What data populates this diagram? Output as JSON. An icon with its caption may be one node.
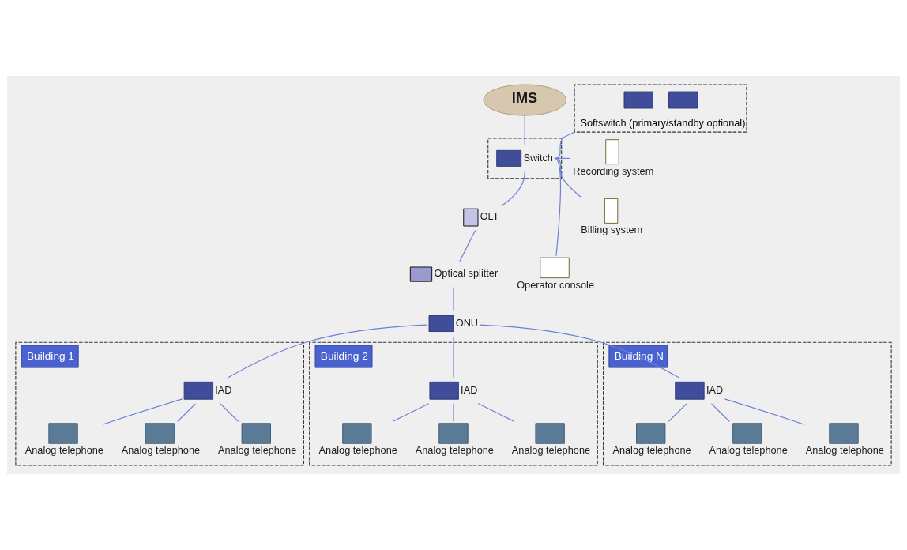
{
  "diagram": {
    "nodes": [
      {
        "text": [
          "IMS"
        ]
      },
      {
        "text": [],
        "shape": "box"
      },
      {
        "text": [
          "Switch"
        ],
        "in": 1
      },
      {
        "text": [
          "Softswitch (primary/standby optional)"
        ]
      },
      {
        "text": [],
        "shape": "box",
        "in": 3
      },
      {
        "text": [],
        "shape": "box",
        "in": 3
      },
      {
        "text": [
          "Recording system"
        ]
      },
      {
        "text": [
          "Billing system"
        ]
      },
      {
        "text": [
          "Operator console"
        ]
      },
      {
        "text": [
          "OLT"
        ]
      },
      {
        "text": [
          "Optical splitter"
        ]
      },
      {
        "text": [
          "ONU"
        ]
      },
      {
        "text": [
          "Building 1"
        ]
      },
      {
        "text": [
          "IAD"
        ],
        "in": 12
      },
      {
        "text": [
          "Analog telephone"
        ],
        "in": 12
      },
      {
        "text": [
          "Analog telephone"
        ],
        "in": 12
      },
      {
        "text": [
          "Analog telephone"
        ],
        "in": 12
      },
      {
        "text": [
          "Building 2"
        ]
      },
      {
        "text": [
          "IAD"
        ],
        "in": 17
      },
      {
        "text": [
          "Analog telephone"
        ],
        "in": 17
      },
      {
        "text": [
          "Analog telephone"
        ],
        "in": 17
      },
      {
        "text": [
          "Analog telephone"
        ],
        "in": 17
      },
      {
        "text": [
          "Building N"
        ]
      },
      {
        "text": [
          "IAD"
        ],
        "in": 22
      },
      {
        "text": [
          "Analog telephone"
        ],
        "in": 22
      },
      {
        "text": [
          "Analog telephone"
        ],
        "in": 22
      },
      {
        "text": [
          "Analog telephone"
        ],
        "in": 22
      }
    ],
    "edges": [
      {
        "from": 0,
        "to": 2,
        "arrow": "none"
      },
      {
        "from": 2,
        "to": 9,
        "arrow": "none"
      },
      {
        "from": 9,
        "to": 10,
        "arrow": "none"
      },
      {
        "from": 10,
        "to": 11,
        "arrow": "none"
      },
      {
        "from": 2,
        "to": 3,
        "arrow": "none"
      },
      {
        "from": 4,
        "to": 5,
        "arrow": "none",
        "style": "dashed",
        "color": "#5cc6a4"
      },
      {
        "from": 2,
        "to": 6,
        "arrow": "none"
      },
      {
        "from": 2,
        "to": 7,
        "arrow": "none"
      },
      {
        "from": 2,
        "to": 8,
        "arrow": "none"
      },
      {
        "from": 11,
        "to": 13,
        "arrow": "none"
      },
      {
        "from": 13,
        "to": 14,
        "arrow": "none"
      },
      {
        "from": 13,
        "to": 15,
        "arrow": "none"
      },
      {
        "from": 13,
        "to": 16,
        "arrow": "none"
      },
      {
        "from": 11,
        "to": 18,
        "arrow": "none"
      },
      {
        "from": 18,
        "to": 19,
        "arrow": "none"
      },
      {
        "from": 18,
        "to": 20,
        "arrow": "none"
      },
      {
        "from": 18,
        "to": 21,
        "arrow": "none"
      },
      {
        "from": 11,
        "to": 23,
        "arrow": "none"
      },
      {
        "from": 23,
        "to": 24,
        "arrow": "none"
      },
      {
        "from": 23,
        "to": 25,
        "arrow": "none"
      },
      {
        "from": 23,
        "to": 26,
        "arrow": "none"
      }
    ]
  }
}
